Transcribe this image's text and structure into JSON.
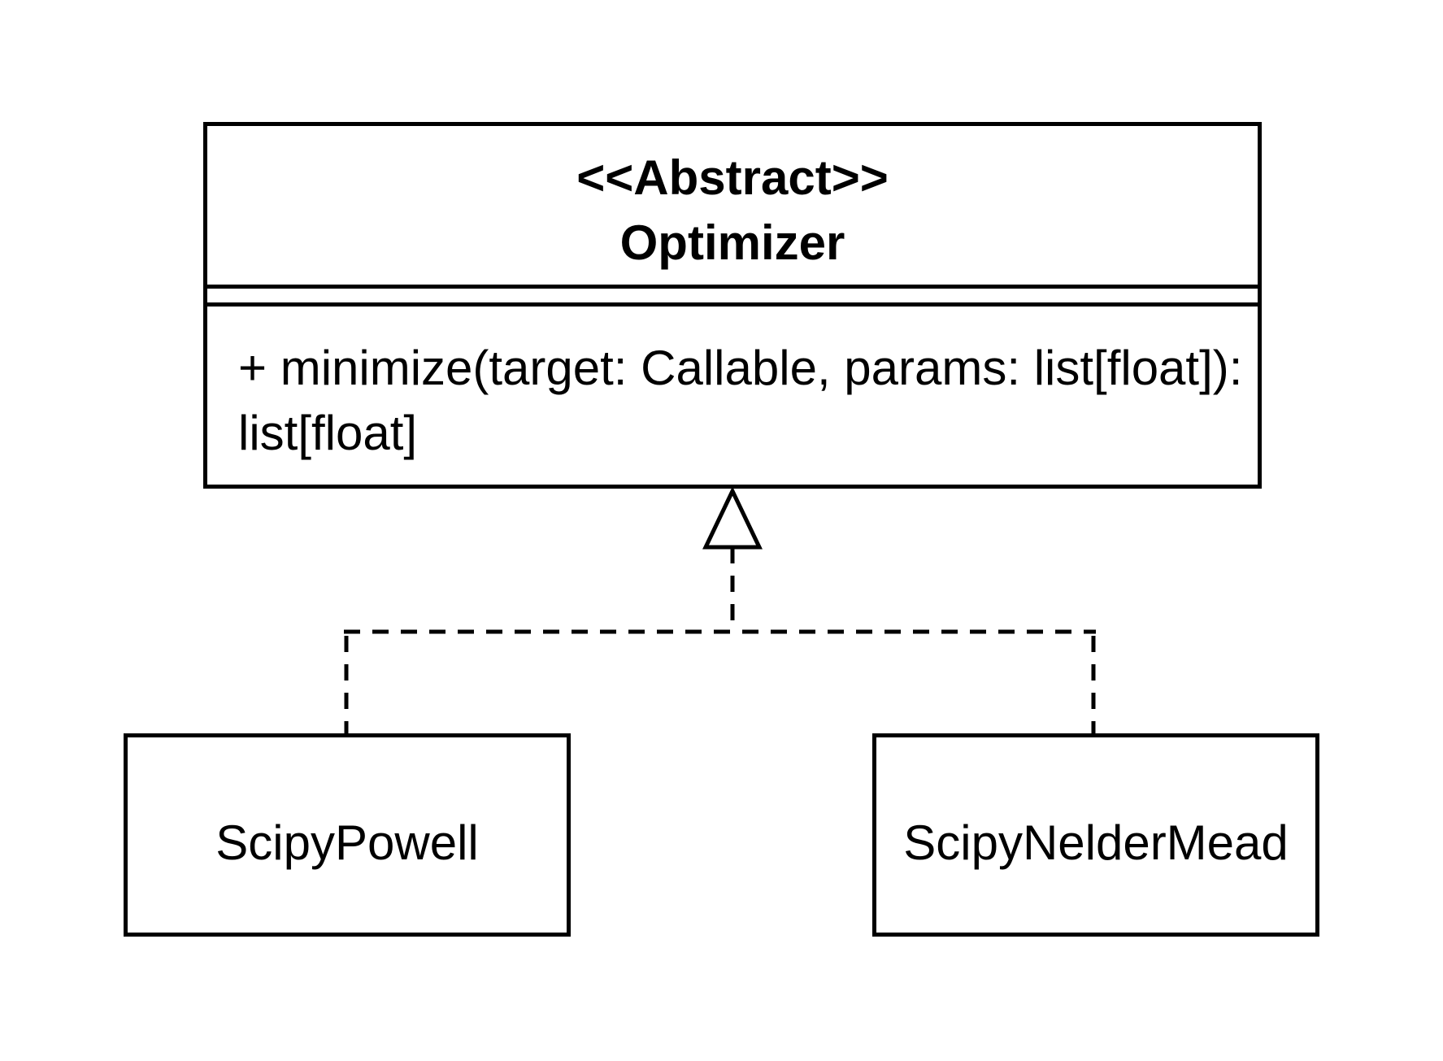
{
  "colors": {
    "ink": "#000000",
    "paper": "#ffffff"
  },
  "diagram": {
    "parent_class": {
      "stereotype": "<<Abstract>>",
      "name": "Optimizer",
      "methods": [
        "+ minimize(target: Callable, params: list[float]): list[float]"
      ]
    },
    "child_classes": [
      {
        "name": "ScipyPowell"
      },
      {
        "name": "ScipyNelderMead"
      }
    ],
    "relationship": "inheritance"
  }
}
